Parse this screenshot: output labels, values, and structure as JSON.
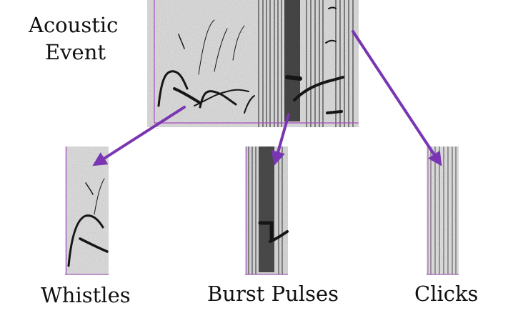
{
  "title": {
    "line1": "Acoustic",
    "line2": "Event"
  },
  "captions": {
    "whistles": "Whistles",
    "burst_pulses": "Burst Pulses",
    "clicks": "Clicks"
  },
  "colors": {
    "arrow": "#7a36b2",
    "axis": "#a64dbf",
    "spectrogram_dark": "#1a1a1a",
    "spectrogram_mid": "#9a9a9a",
    "spectrogram_light": "#e6e6e6"
  },
  "icons": {
    "arrowhead": "arrowhead-icon"
  }
}
